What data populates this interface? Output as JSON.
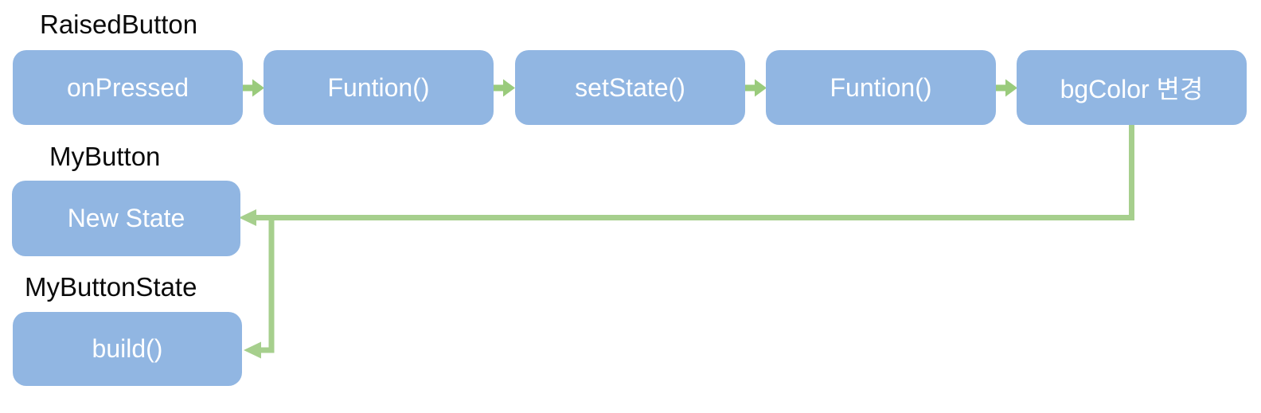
{
  "colors": {
    "box_fill": "#91b6e2",
    "box_text": "#ffffff",
    "label_text": "#0a0a0a",
    "arrow_green": "#9acb7c",
    "connector_green": "#a6cf8d"
  },
  "rows": [
    {
      "label": "RaisedButton",
      "boxes": [
        "onPressed",
        "Funtion()",
        "setState()",
        "Funtion()",
        "bgColor 변경"
      ]
    },
    {
      "label": "MyButton",
      "boxes": [
        "New State"
      ]
    },
    {
      "label": "MyButtonState",
      "boxes": [
        "build()"
      ]
    }
  ]
}
